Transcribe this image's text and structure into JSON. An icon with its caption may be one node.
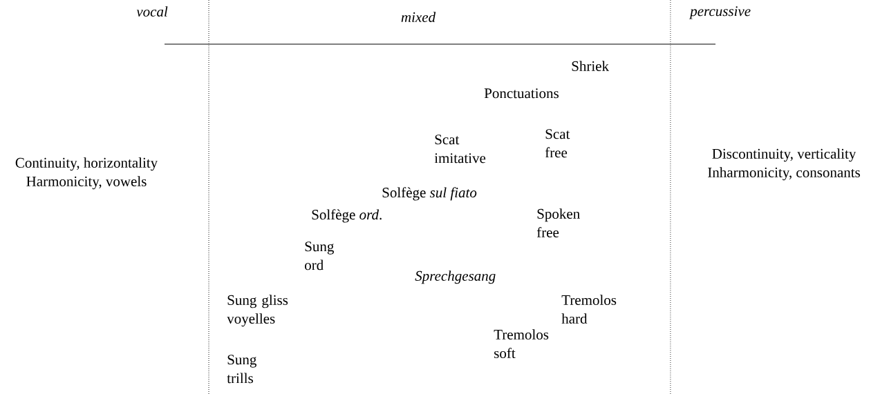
{
  "diagram": {
    "labels": [
      "vocal",
      "mixed",
      "percussive",
      "Shriek",
      "Ponctuations",
      "Scat imitative",
      "Scat free",
      "Continuity, horizontality",
      "Harmonicity, vowels",
      "Discontinuity, verticality",
      "Inharmonicity, consonants",
      "Solfège *sul fiato*",
      "Solfège *ord*.",
      "Spoken free",
      "Sung ord",
      "Sprechgesang",
      "Sung gliss voyelles",
      "Tremolos hard",
      "Tremolos soft",
      "Sung trills"
    ]
  }
}
